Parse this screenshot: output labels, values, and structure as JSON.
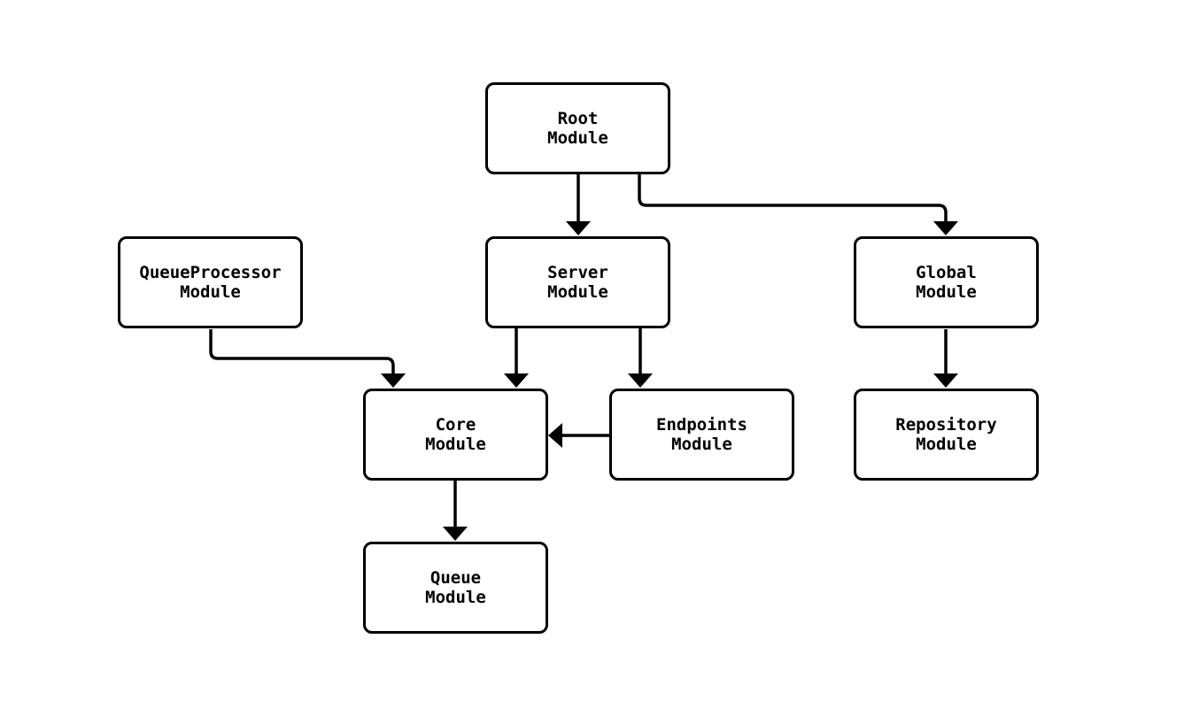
{
  "diagram": {
    "type": "flowchart",
    "direction": "top-down",
    "colors": {
      "background": "#ffffff",
      "node_fill": "#ffffff",
      "node_border": "#000000",
      "edge_stroke": "#000000",
      "text": "#000000"
    },
    "nodes": [
      {
        "id": "root",
        "label": "Root\nModule"
      },
      {
        "id": "queueprocessor",
        "label": "QueueProcessor\nModule"
      },
      {
        "id": "server",
        "label": "Server\nModule"
      },
      {
        "id": "global",
        "label": "Global\nModule"
      },
      {
        "id": "core",
        "label": "Core\nModule"
      },
      {
        "id": "endpoints",
        "label": "Endpoints\nModule"
      },
      {
        "id": "repository",
        "label": "Repository\nModule"
      },
      {
        "id": "queue",
        "label": "Queue\nModule"
      }
    ],
    "edges": [
      {
        "from": "root",
        "to": "server"
      },
      {
        "from": "root",
        "to": "global"
      },
      {
        "from": "queueprocessor",
        "to": "core"
      },
      {
        "from": "server",
        "to": "core"
      },
      {
        "from": "server",
        "to": "endpoints"
      },
      {
        "from": "endpoints",
        "to": "core"
      },
      {
        "from": "global",
        "to": "repository"
      },
      {
        "from": "core",
        "to": "queue"
      }
    ]
  }
}
